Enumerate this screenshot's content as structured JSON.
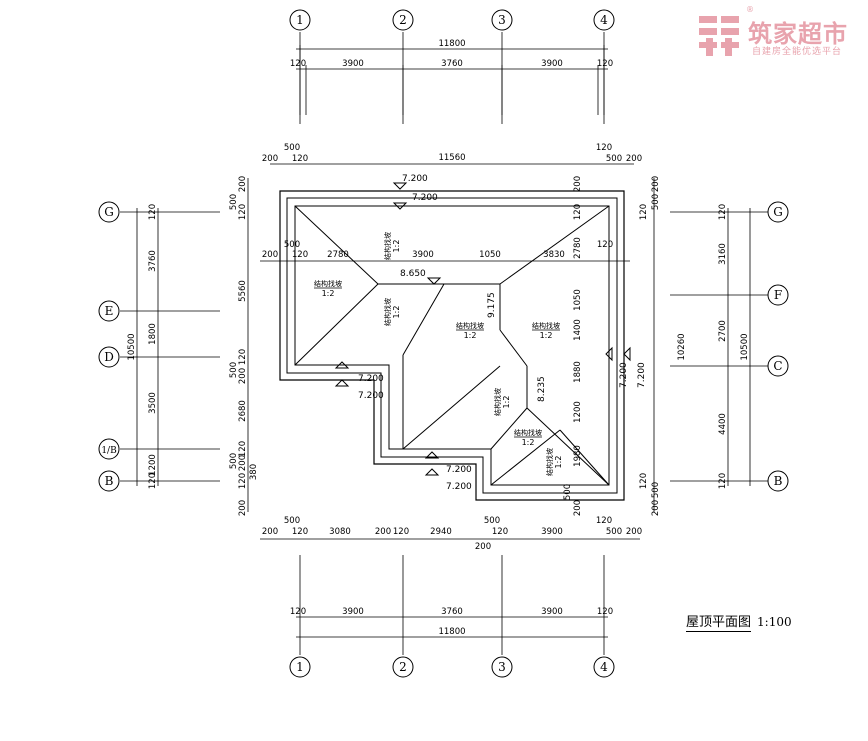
{
  "watermark": {
    "name": "筑家超市",
    "tagline": "自建房全能优选平台",
    "registered": "®",
    "brand_color": "#e8a3ad"
  },
  "title": {
    "name": "屋顶平面图",
    "scale": "1:100"
  },
  "axes": {
    "columns": [
      "1",
      "2",
      "3",
      "4"
    ],
    "rows_left": [
      "G",
      "E",
      "D",
      "1/B",
      "B"
    ],
    "rows_right": [
      "G",
      "F",
      "C",
      "B"
    ]
  },
  "dims": {
    "top_total": "11800",
    "top_a": "120",
    "top_b": "3900",
    "top_c": "3760",
    "top_d": "3900",
    "top_e": "120",
    "top2_total": "11560",
    "top2_a": "200",
    "top2_b": "500",
    "top2_c": "120",
    "top2_d": "120",
    "top2_e": "500",
    "top2_f": "200",
    "mid_a": "200",
    "mid_b": "500",
    "mid_c": "120",
    "mid_d": "2780",
    "mid_e": "3900",
    "mid_f": "1050",
    "mid_g": "3830",
    "mid_h": "120",
    "bot_a": "200",
    "bot_b": "500",
    "bot_c": "120",
    "bot_d": "3080",
    "bot_e": "200",
    "bot_f": "120",
    "bot_g": "2940",
    "bot_h": "500",
    "bot_i": "120",
    "bot_j": "3900",
    "bot_k": "120",
    "bot_l": "500",
    "bot_m": "200",
    "bot_under": "200",
    "bot2_a": "120",
    "bot2_b": "3900",
    "bot2_c": "3760",
    "bot2_d": "3900",
    "bot2_e": "120",
    "bot2_total": "11800",
    "left_total": "10500",
    "left_a": "3760",
    "left_b": "1800",
    "left_c": "3500",
    "left_d": "1200",
    "left_e": "120",
    "left_f": "120",
    "left2_a": "200",
    "left2_b": "500",
    "left2_c": "120",
    "left2_d": "5560",
    "left2_e": "120",
    "left2_f": "200",
    "left2_g": "500",
    "left2_h": "2680",
    "left2_i": "120",
    "left2_j": "500",
    "left2_k": "200",
    "left2_l": "380",
    "left2_m": "120",
    "right_total": "10500",
    "right_a": "3160",
    "right_b": "2700",
    "right_c": "4400",
    "right_d": "120",
    "right_e": "120",
    "right2_total": "10260",
    "right2_a": "200",
    "right2_b": "500",
    "right2_c": "120",
    "right2_d": "120",
    "right2_e": "500",
    "right2_f": "200",
    "inner_a": "2780",
    "inner_b": "1050",
    "inner_c": "1400",
    "inner_d": "1880",
    "inner_e": "1200",
    "inner_f": "1980",
    "inner_g": "500",
    "inner_h": "120",
    "inner_i": "500",
    "inner_j": "200"
  },
  "elevations": {
    "top_1": "7.200",
    "top_2": "7.200",
    "ridge_1": "8.650",
    "ridge_2": "9.175",
    "ridge_3": "8.235",
    "left_1": "7.200",
    "left_2": "7.200",
    "bottom_1": "7.200",
    "bottom_2": "7.200",
    "right_1": "7.200",
    "right_2": "7.200"
  },
  "slopes": {
    "label": "结构找坡",
    "ratio": "1:2"
  }
}
